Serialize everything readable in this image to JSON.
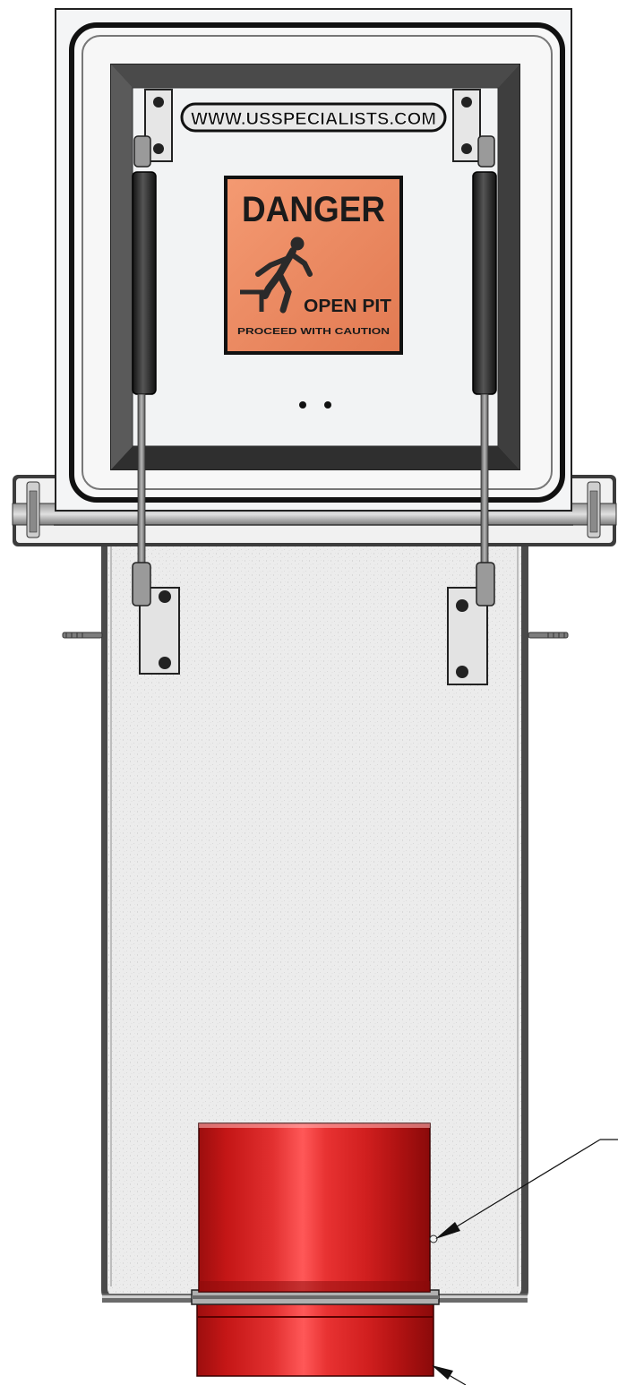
{
  "sign": {
    "url": "WWW.USSPECIALISTS.COM",
    "title": "DANGER",
    "subtitle": "OPEN PIT",
    "caution_line": "PROCEED WITH CAUTION",
    "bg_color": "#e8825c"
  },
  "colors": {
    "pipe_red": "#d81e1e",
    "lid": "#f3f4f5",
    "body": "#ededed"
  },
  "icons": {
    "fall_hazard": "person-falling-icon",
    "leader_arrows": "arrow-icon"
  }
}
